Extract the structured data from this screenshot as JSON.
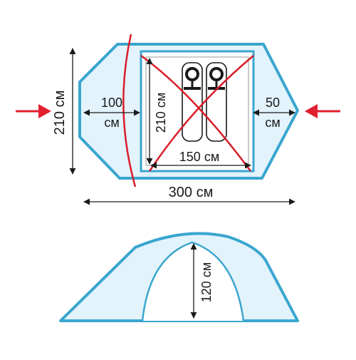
{
  "top_view": {
    "overall_height_label": "210 см",
    "vestibule_left_value": "100",
    "vestibule_left_unit": "см",
    "inner_height_label": "210 см",
    "vestibule_right_value": "50",
    "vestibule_right_unit": "см",
    "inner_width_label": "150 см",
    "overall_length_label": "300 см"
  },
  "side_view": {
    "height_label": "120 см"
  },
  "colors": {
    "tent_outline": "#3aa6cf",
    "tent_fill": "#e3f3fb",
    "arcs_and_cross": "#d81e2a",
    "arrows": "#e0202e",
    "dimension_lines": "#1a1a1a"
  }
}
